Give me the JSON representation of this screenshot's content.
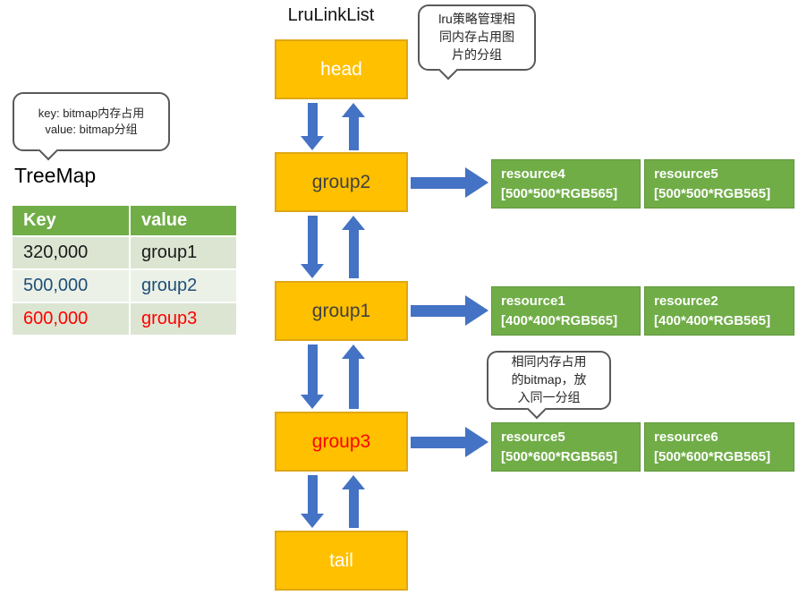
{
  "title": "LruLinkList",
  "colors": {
    "node_fill": "#FFC000",
    "node_border": "#DFA713",
    "arrow_blue": "#4472C4",
    "resource_green": "#70AD47",
    "table_header_green": "#70AD47",
    "table_row_dark": "#DCE5D2",
    "table_row_light": "#EBF1E6",
    "key_row2_text": "#1F4E79",
    "key_row3_text": "#FF0000"
  },
  "callouts": {
    "treemap": {
      "line1": "key:  bitmap内存占用",
      "line2": "value: bitmap分组"
    },
    "lru": {
      "line1": "lru策略管理相",
      "line2": "同内存占用图",
      "line3": "片的分组"
    },
    "same_mem": {
      "line1": "相同内存占用",
      "line2": "的bitmap，放",
      "line3": "入同一分组"
    }
  },
  "treemap": {
    "label": "TreeMap",
    "table": {
      "col_key": "Key",
      "col_value": "value",
      "rows": [
        {
          "key": "320,000",
          "value": "group1"
        },
        {
          "key": "500,000",
          "value": "group2"
        },
        {
          "key": "600,000",
          "value": "group3"
        }
      ]
    }
  },
  "linklist": {
    "nodes": {
      "head": "head",
      "group2": "group2",
      "group1": "group1",
      "group3": "group3",
      "tail": "tail"
    }
  },
  "resources": {
    "group2": [
      {
        "name": "resource4",
        "spec": "[500*500*RGB565]"
      },
      {
        "name": "resource5",
        "spec": "[500*500*RGB565]"
      }
    ],
    "group1": [
      {
        "name": "resource1",
        "spec": "[400*400*RGB565]"
      },
      {
        "name": "resource2",
        "spec": "[400*400*RGB565]"
      }
    ],
    "group3": [
      {
        "name": "resource5",
        "spec": "[500*600*RGB565]"
      },
      {
        "name": "resource6",
        "spec": "[500*600*RGB565]"
      }
    ]
  }
}
